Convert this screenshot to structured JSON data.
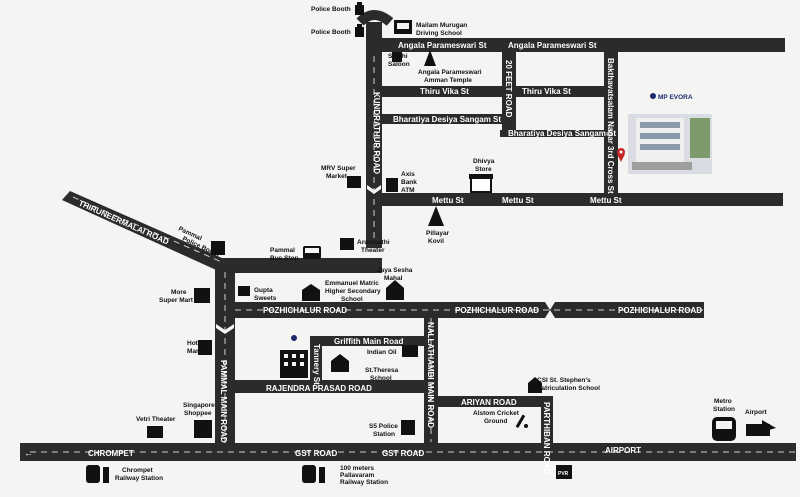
{
  "roads": {
    "chrompet": "CHROMPET",
    "gst_road": "GST ROAD",
    "airport": "AIRPORT",
    "pozhichalur": "POZHICHALUR ROAD",
    "angala": "Angala Parameswari St",
    "thiru_vika": "Thiru Vika St",
    "bharatiya": "Bharatiya Desiya Sangam St",
    "mettu": "Mettu St",
    "griffith": "Griffith Main Road",
    "rajendra": "RAJENDRA PRASAD ROAD",
    "ariyan": "ARIYAN ROAD",
    "kundrathur": "KUNDRATHUR ROAD",
    "twenty_feet": "20 FEET ROAD",
    "bakthavatsalam": "Bakthavatsalam Nagar 3rd Cross St",
    "pammal_main": "PAMMAL MAIN ROAD",
    "nallathambi": "NALLATHAMBI MAIN ROAD",
    "tannery": "Tannery St",
    "parthiban": "PARTHIBAN ROAD",
    "thiruneermalai": "THIRUNEERMALAI ROAD"
  },
  "landmarks": {
    "police_booth": "Police Booth",
    "driving_school_1": "Mailam Murugan",
    "driving_school_2": "Driving School",
    "saloon_1": "Sakthi",
    "saloon_2": "Saloon",
    "temple_1": "Angala Parameswari",
    "temple_2": "Amman Temple",
    "mp_evora": "MP EVORA",
    "mrv_1": "MRV Super",
    "mrv_2": "Market",
    "axis_1": "Axis",
    "axis_2": "Bank",
    "axis_3": "ATM",
    "dhivya_1": "Dhivya",
    "dhivya_2": "Store",
    "kovil_1": "Pillayar",
    "kovil_2": "Kovil",
    "theater_1": "Arunmathi",
    "theater_2": "Theater",
    "bus_1": "Pammal",
    "bus_2": "Bus Stop",
    "pammal_police_1": "Pammal",
    "pammal_police_2": "Police Booth",
    "mahal_1": "Jaya Sesha",
    "mahal_2": "Mahal",
    "emmanuel_1": "Emmanuel Matric",
    "emmanuel_2": "Higher Secondary",
    "emmanuel_3": "School",
    "gupta_1": "Gupta",
    "gupta_2": "Sweets",
    "more_1": "More",
    "more_2": "Super Mart",
    "hotel_1": "Hotel",
    "hotel_2": "Mart",
    "indian_oil": "Indian Oil",
    "theresa_1": "St.Theresa",
    "theresa_2": "School",
    "s5_1": "S5 Police",
    "s5_2": "Station",
    "alstom_1": "Alstom Cricket",
    "alstom_2": "Ground",
    "csi_1": "CSI St. Stephen's",
    "csi_2": "Matriculation School",
    "metro_1": "Metro",
    "metro_2": "Station",
    "airport": "Airport",
    "vetri": "Vetri Theater",
    "singapore_1": "Singapore",
    "singapore_2": "Shoppee",
    "pvr": "PVR"
  },
  "stations": {
    "chrompet_1": "Chrompet",
    "chrompet_2": "Railway Station",
    "pallavaram_1": "100 meters",
    "pallavaram_2": "Pallavaram",
    "pallavaram_3": "Railway Station"
  }
}
